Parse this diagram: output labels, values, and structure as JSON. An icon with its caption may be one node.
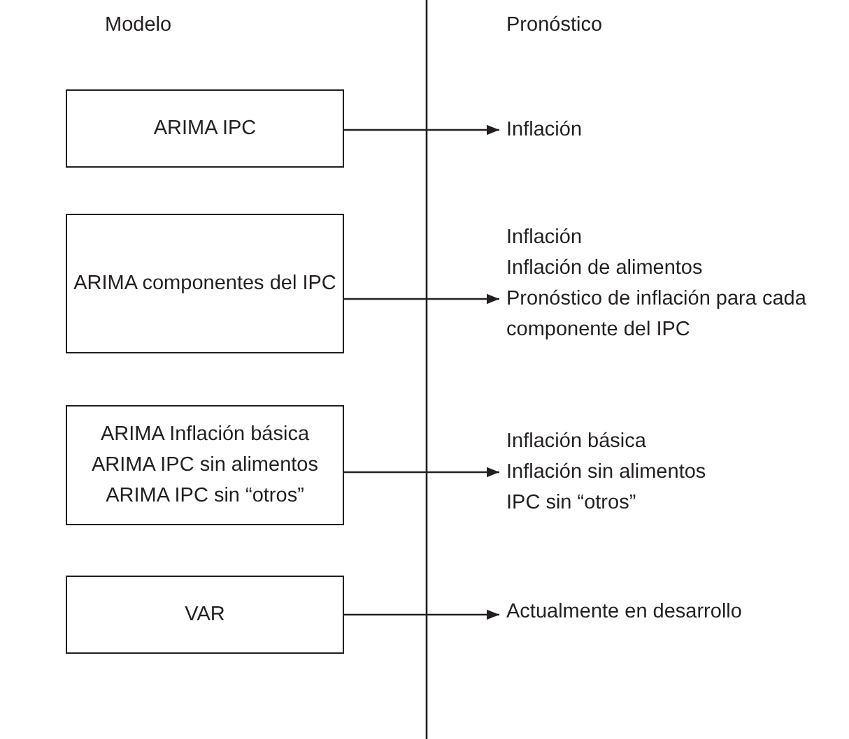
{
  "diagram": {
    "nodes": [
      {
        "text": [
          "ARIMA IPC"
        ]
      },
      {
        "text": [
          "ARIMA componentes del IPC"
        ]
      },
      {
        "text": [
          "ARIMA Inflación básica",
          "ARIMA IPC sin alimentos",
          "ARIMA IPC sin “otros”"
        ]
      },
      {
        "text": [
          "VAR"
        ]
      },
      {
        "text": [
          "Inflación"
        ]
      },
      {
        "text": [
          "Inflación",
          "Inflación de alimentos",
          "Pronóstico de inflación para cada componente del IPC"
        ]
      },
      {
        "text": [
          "Inflación básica",
          "Inflación sin alimentos",
          "IPC sin “otros”"
        ]
      },
      {
        "text": [
          "Actualmente en desarrollo"
        ]
      }
    ],
    "edges": [
      {
        "from": 0,
        "to": 4,
        "arrow": "to"
      },
      {
        "from": 1,
        "to": 5,
        "arrow": "to"
      },
      {
        "from": 2,
        "to": 6,
        "arrow": "to"
      },
      {
        "from": 3,
        "to": 7,
        "arrow": "to"
      }
    ],
    "labels": [
      "Modelo",
      "Pronóstico"
    ]
  }
}
